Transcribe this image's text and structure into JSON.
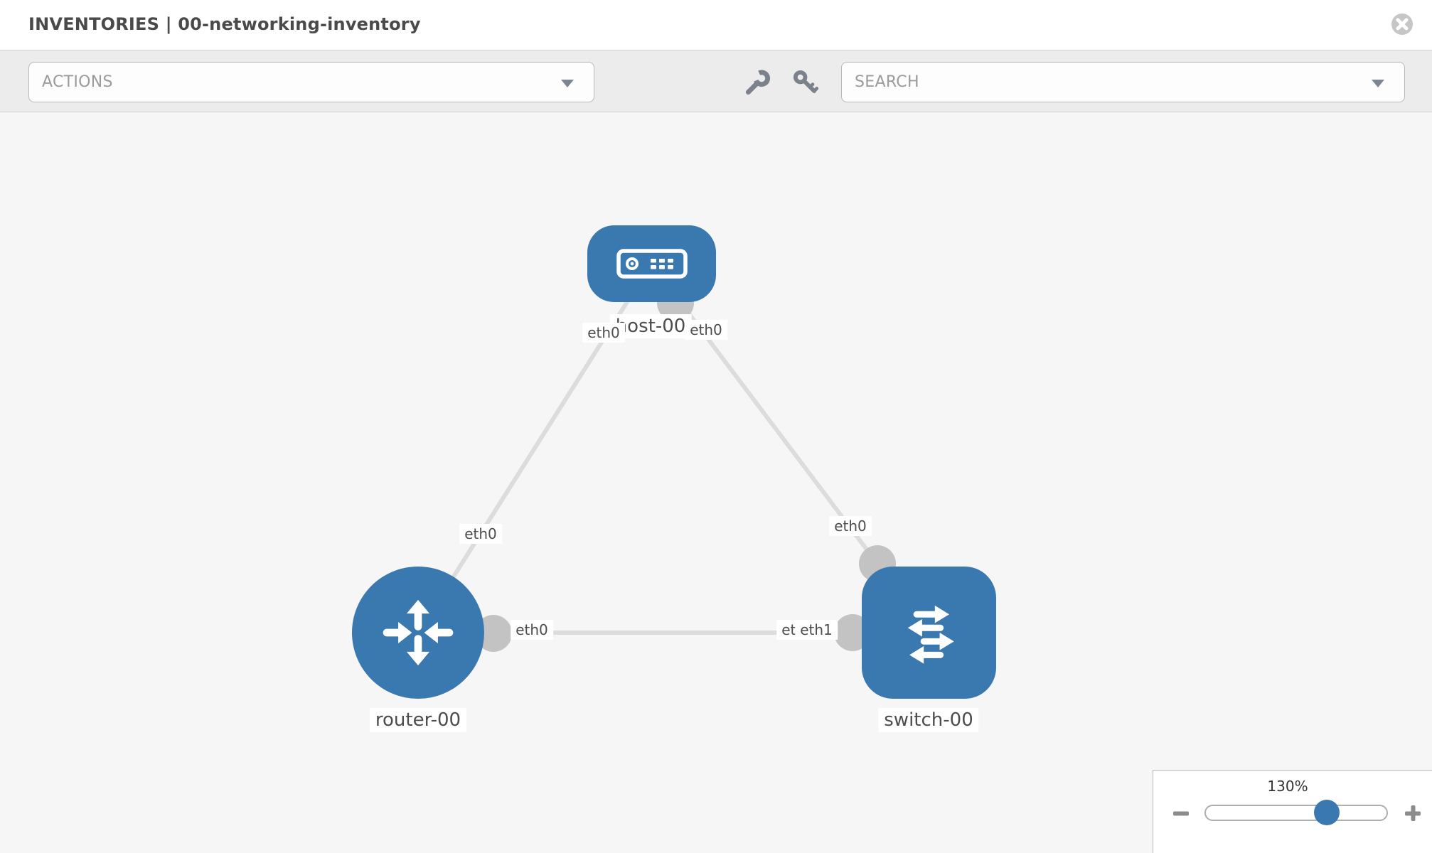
{
  "window": {
    "title": "INVENTORIES | 00-networking-inventory"
  },
  "toolbar": {
    "actions_placeholder": "ACTIONS",
    "search_placeholder": "SEARCH"
  },
  "topology": {
    "nodes": [
      {
        "label": "host-00",
        "type": "host"
      },
      {
        "label": "router-00",
        "type": "router"
      },
      {
        "label": "switch-00",
        "type": "switch"
      }
    ],
    "interfaces": {
      "host_left": "eth0",
      "host_right": "eth0",
      "host_router_link_mid": "eth0",
      "host_switch_link_mid": "eth0",
      "router_end": "eth0",
      "switch_end_back": "eth0",
      "switch_end_front": "eth1"
    }
  },
  "zoom_control": {
    "level": "130%"
  },
  "colors": {
    "node_blue": "#3a78b0",
    "link_gray": "#dcdcdc",
    "interface_circle_gray": "#c3c3c3",
    "canvas_bg": "#f5f6f5",
    "toolbar_bg": "#ececec",
    "icon_gray": "#7b828c",
    "title_gray": "#4a4a4a"
  }
}
